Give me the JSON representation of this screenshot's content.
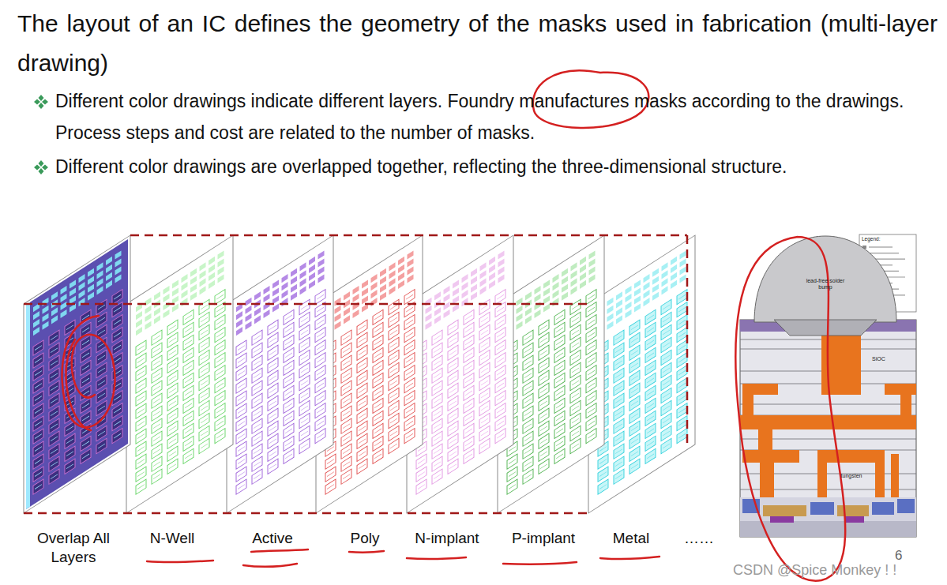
{
  "diagram": {
    "title": "The layout of an IC defines the geometry of the masks used in fabrication (multi-layer drawing)",
    "labels": [
      "Different color drawings indicate different layers. Foundry manufactures masks according to the drawings. Process steps and cost are related to the number of masks.",
      "Different color drawings are overlapped together, reflecting the three-dimensional structure.",
      "Overlap All Layers",
      "N-Well",
      "Active",
      "Poly",
      "N-implant",
      "P-implant",
      "Metal",
      "……",
      "lead-free solder bump",
      "Legend:",
      "SiOC",
      "tungsten",
      "6",
      "CSDN @Spice Monkey ! !"
    ]
  }
}
